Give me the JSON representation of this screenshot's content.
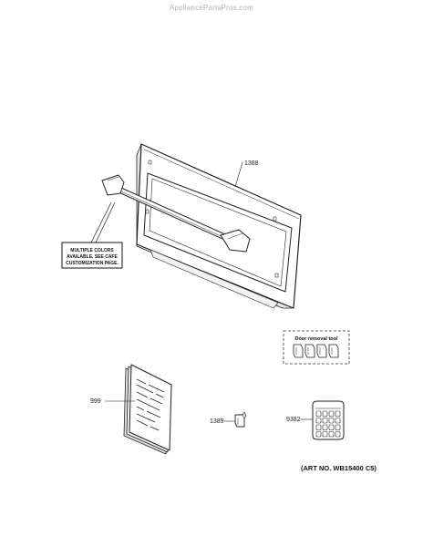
{
  "watermark": "AppliancePartsPros.com",
  "art_number": "(ART NO. WB15400 C5)",
  "callout_note": [
    "MULTIPLE COLORS",
    "AVAILABLE. SEE CAFE",
    "CUSTOMIZATION PAGE."
  ],
  "door_removal_tool_label": "Door removal tool",
  "parts": [
    {
      "id": "1388",
      "name": "oven-door"
    },
    {
      "id": "999",
      "name": "literature-kit"
    },
    {
      "id": "1389",
      "name": "door-clip"
    },
    {
      "id": "9382",
      "name": "hardware-kit"
    }
  ]
}
